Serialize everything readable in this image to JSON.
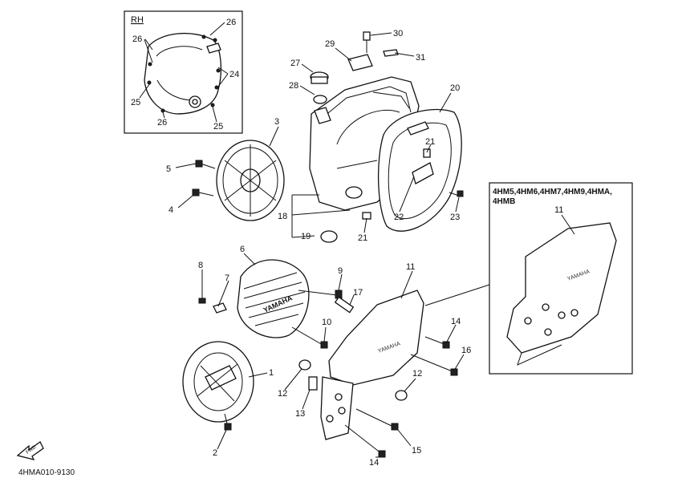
{
  "inset_rh": {
    "title": "RH"
  },
  "inset_variant": {
    "models": "4HM5,4HM6,4HM7,4HM9,4HMA,",
    "models2": "4HMB"
  },
  "callouts": {
    "c1": "1",
    "c2": "2",
    "c3": "3",
    "c4": "4",
    "c5": "5",
    "c6": "6",
    "c7": "7",
    "c8": "8",
    "c9": "9",
    "c10": "10",
    "c11": "11",
    "c11b": "11",
    "c12a": "12",
    "c12b": "12",
    "c13": "13",
    "c14a": "14",
    "c14b": "14",
    "c15": "15",
    "c16": "16",
    "c17": "17",
    "c18": "18",
    "c19": "19",
    "c20": "20",
    "c21a": "21",
    "c21b": "21",
    "c22": "22",
    "c23": "23",
    "c24": "24",
    "c25a": "25",
    "c25b": "25",
    "c26a": "26",
    "c26b": "26",
    "c26c": "26",
    "c27": "27",
    "c28": "28",
    "c29": "29",
    "c30": "30",
    "c31": "31"
  },
  "footer": {
    "code": "4HMA010-9130",
    "front_label": "FWD"
  },
  "brand": {
    "logo_text": "YAMAHA"
  }
}
